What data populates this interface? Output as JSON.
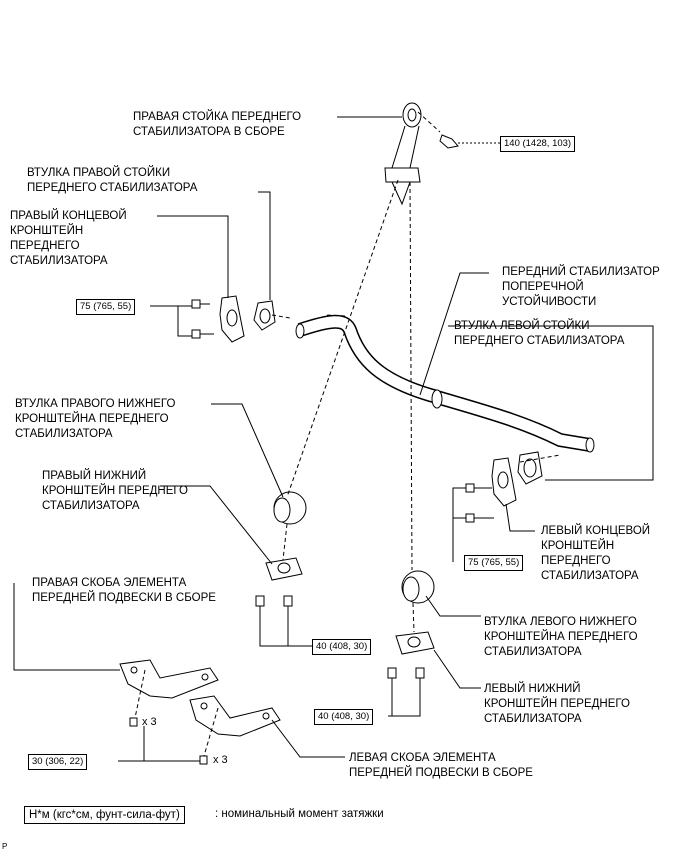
{
  "labels": {
    "right_link": "ПРАВАЯ СТОЙКА ПЕРЕДНЕГО\nСТАБИЛИЗАТОРА В СБОРЕ",
    "right_link_bushing": "ВТУЛКА ПРАВОЙ СТОЙКИ\nПЕРЕДНЕГО СТАБИЛИЗАТОРА",
    "right_end_bracket": "ПРАВЫЙ КОНЦЕВОЙ\nКРОНШТЕЙН\nПЕРЕДНЕГО\nСТАБИЛИЗАТОРА",
    "stabilizer_bar": "ПЕРЕДНИЙ СТАБИЛИЗАТОР\nПОПЕРЕЧНОЙ\nУСТОЙЧИВОСТИ",
    "left_link_bushing": "ВТУЛКА ЛЕВОЙ СТОЙКИ\nПЕРЕДНЕГО СТАБИЛИЗАТОРА",
    "right_lower_bushing": "ВТУЛКА ПРАВОГО НИЖНЕГО\nКРОНШТЕЙНА ПЕРЕДНЕГО\nСТАБИЛИЗАТОРА",
    "right_lower_bracket": "ПРАВЫЙ НИЖНИЙ\nКРОНШТЕЙН ПЕРЕДНЕГО\nСТАБИЛИЗАТОРА",
    "left_end_bracket": "ЛЕВЫЙ КОНЦЕВОЙ\nКРОНШТЕЙН\nПЕРЕДНЕГО\nСТАБИЛИЗАТОРА",
    "right_suspension_brace": "ПРАВАЯ СКОБА ЭЛЕМЕНТА\nПЕРЕДНЕЙ ПОДВЕСКИ В СБОРЕ",
    "left_lower_bushing": "ВТУЛКА ЛЕВОГО НИЖНЕГО\nКРОНШТЕЙНА ПЕРЕДНЕГО\nСТАБИЛИЗАТОРА",
    "left_lower_bracket": "ЛЕВЫЙ НИЖНИЙ\nКРОНШТЕЙН ПЕРЕДНЕГО\nСТАБИЛИЗАТОРА",
    "left_suspension_brace": "ЛЕВАЯ СКОБА ЭЛЕМЕНТА\nПЕРЕДНЕЙ ПОДВЕСКИ В СБОРЕ"
  },
  "torques": {
    "link_nut": "140 (1428, 103)",
    "right_end_bracket_bolts": "75 (765, 55)",
    "left_end_bracket_bolts": "75 (765, 55)",
    "right_lower_bracket_bolts": "40 (408, 30)",
    "left_lower_bracket_bolts": "40 (408, 30)",
    "brace_bolts": "30 (306, 22)"
  },
  "multipliers": {
    "upper": "x 3",
    "lower": "x 3"
  },
  "legend": {
    "unit_box": "Н*м (кгс*см, фунт-сила-фут)",
    "description": ": номинальный момент затяжки"
  },
  "figure_code": "P"
}
